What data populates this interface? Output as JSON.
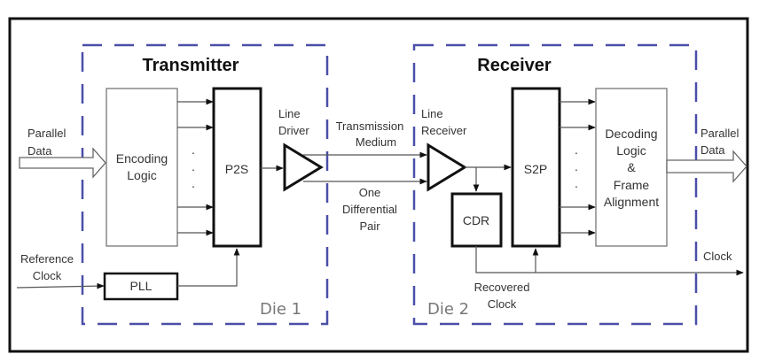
{
  "diagram": {
    "colors": {
      "dashed_border": "#4a4fa8",
      "outline": "#111111",
      "thin_line": "#666666",
      "text": "#333333",
      "die_label": "#777777"
    },
    "transmitter": {
      "title": "Transmitter",
      "die_label": "Die 1",
      "input_label": [
        "Parallel",
        "Data"
      ],
      "ref_clock_label": [
        "Reference",
        "Clock"
      ],
      "encoding_block": [
        "Encoding",
        "Logic"
      ],
      "p2s_block": "P2S",
      "pll_block": "PLL",
      "line_driver_label": [
        "Line",
        "Driver"
      ]
    },
    "channel": {
      "top_label": [
        "Transmission",
        "Medium"
      ],
      "bottom_label": [
        "One",
        "Differential",
        "Pair"
      ]
    },
    "receiver": {
      "title": "Receiver",
      "die_label": "Die 2",
      "line_receiver_label": [
        "Line",
        "Receiver"
      ],
      "s2p_block": "S2P",
      "cdr_block": "CDR",
      "decoding_block": [
        "Decoding",
        "Logic",
        "&",
        "Frame",
        "Alignment"
      ],
      "output_label": [
        "Parallel",
        "Data"
      ],
      "clock_out_label": "Clock",
      "recovered_clock_label": [
        "Recovered",
        "Clock"
      ]
    },
    "ellipsis_dots": "·"
  }
}
